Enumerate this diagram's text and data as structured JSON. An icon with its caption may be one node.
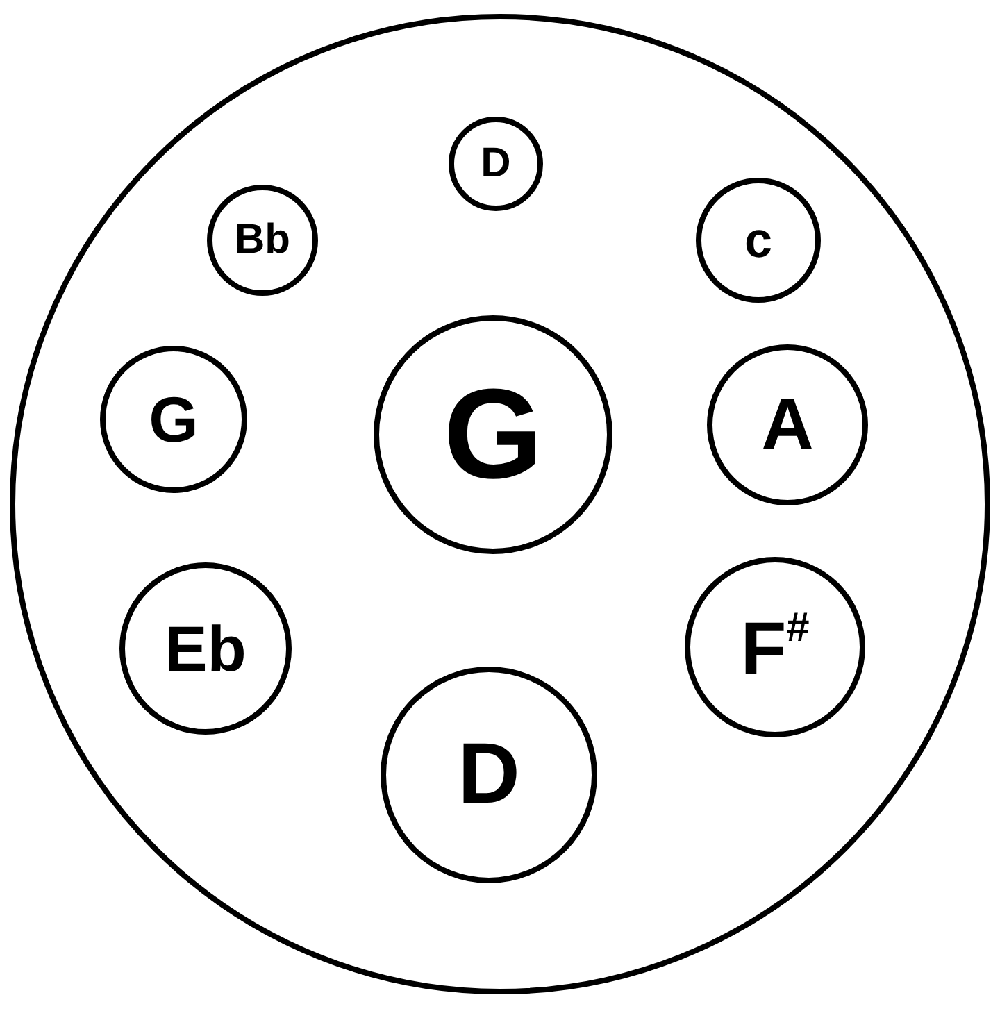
{
  "diagram": {
    "nodes": [
      {
        "text": [],
        "shape": "circle"
      },
      {
        "text": [
          "D"
        ],
        "in": 0
      },
      {
        "text": [
          "Bb"
        ],
        "in": 0
      },
      {
        "text": [
          "c"
        ],
        "in": 0
      },
      {
        "text": [
          "G"
        ],
        "in": 0
      },
      {
        "text": [
          "G"
        ],
        "in": 0
      },
      {
        "text": [
          "A"
        ],
        "in": 0
      },
      {
        "text": [
          "Eb"
        ],
        "in": 0
      },
      {
        "text": [
          "F$^{#}$"
        ],
        "in": 0
      },
      {
        "text": [
          "D"
        ],
        "in": 0
      }
    ]
  }
}
